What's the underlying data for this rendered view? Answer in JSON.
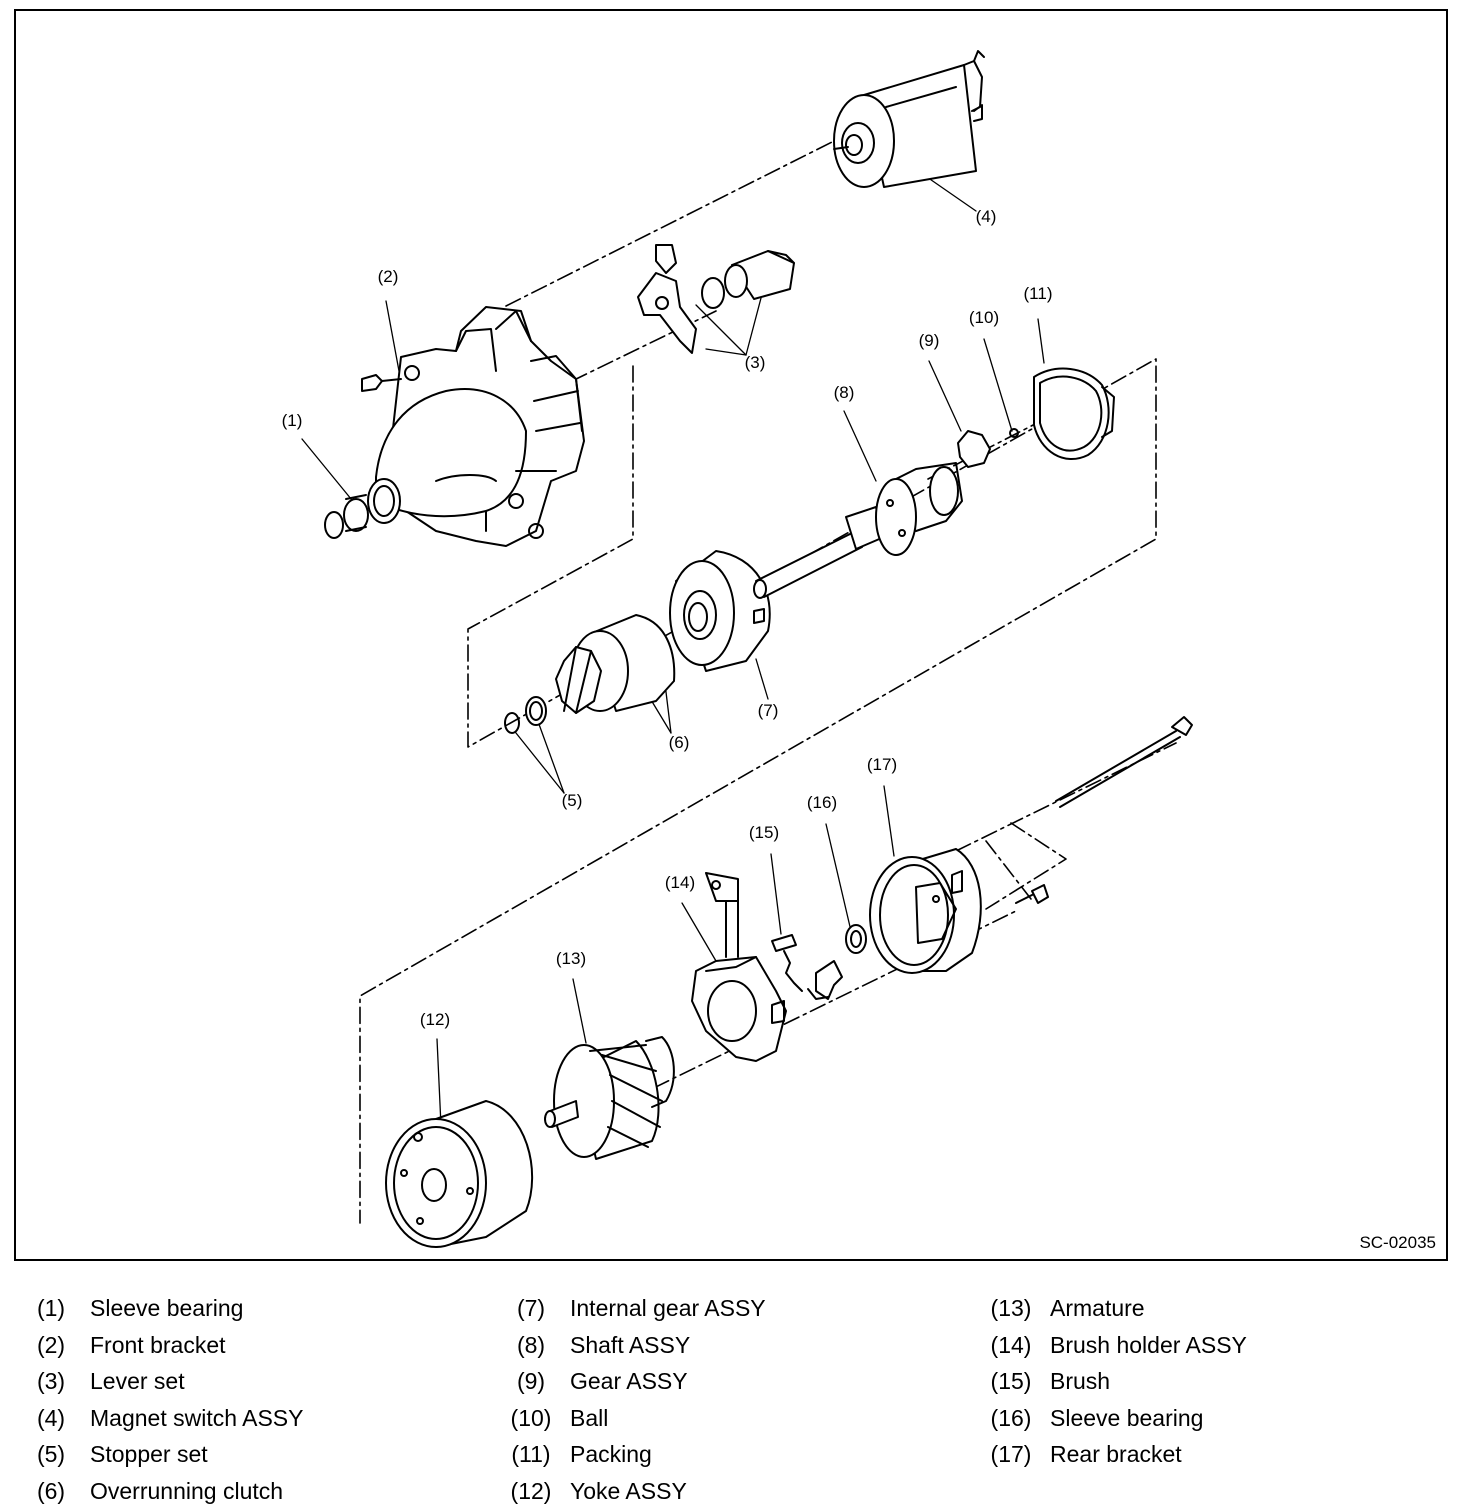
{
  "figure_id": "SC-02035",
  "callouts": [
    "(1)",
    "(2)",
    "(3)",
    "(4)",
    "(5)",
    "(6)",
    "(7)",
    "(8)",
    "(9)",
    "(10)",
    "(11)",
    "(12)",
    "(13)",
    "(14)",
    "(15)",
    "(16)",
    "(17)"
  ],
  "legend": [
    [
      {
        "num": "(1)",
        "name": "Sleeve bearing"
      },
      {
        "num": "(2)",
        "name": "Front bracket"
      },
      {
        "num": "(3)",
        "name": "Lever set"
      },
      {
        "num": "(4)",
        "name": "Magnet switch ASSY"
      },
      {
        "num": "(5)",
        "name": "Stopper set"
      },
      {
        "num": "(6)",
        "name": "Overrunning clutch"
      }
    ],
    [
      {
        "num": "(7)",
        "name": "Internal gear ASSY"
      },
      {
        "num": "(8)",
        "name": "Shaft ASSY"
      },
      {
        "num": "(9)",
        "name": "Gear ASSY"
      },
      {
        "num": "(10)",
        "name": "Ball"
      },
      {
        "num": "(11)",
        "name": "Packing"
      },
      {
        "num": "(12)",
        "name": "Yoke ASSY"
      }
    ],
    [
      {
        "num": "(13)",
        "name": "Armature"
      },
      {
        "num": "(14)",
        "name": "Brush holder ASSY"
      },
      {
        "num": "(15)",
        "name": "Brush"
      },
      {
        "num": "(16)",
        "name": "Sleeve bearing"
      },
      {
        "num": "(17)",
        "name": "Rear bracket"
      }
    ]
  ]
}
